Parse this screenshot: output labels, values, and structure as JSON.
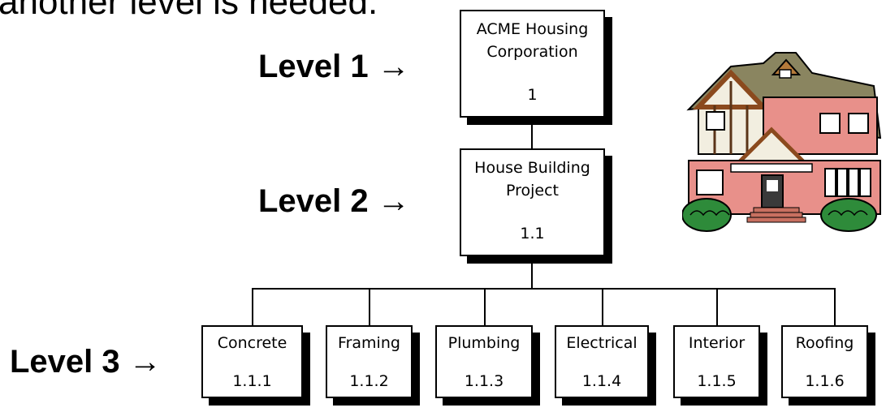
{
  "intro_text": "another level is needed.",
  "levels": [
    {
      "label": "Level 1 →"
    },
    {
      "label": "Level 2 →"
    },
    {
      "label": "Level 3 →"
    }
  ],
  "level1": {
    "name_line1": "ACME Housing",
    "name_line2": "Corporation",
    "number": "1"
  },
  "level2": {
    "name_line1": "House Building",
    "name_line2": "Project",
    "number": "1.1"
  },
  "level3": [
    {
      "name": "Concrete",
      "number": "1.1.1"
    },
    {
      "name": "Framing",
      "number": "1.1.2"
    },
    {
      "name": "Plumbing",
      "number": "1.1.3"
    },
    {
      "name": "Electrical",
      "number": "1.1.4"
    },
    {
      "name": "Interior",
      "number": "1.1.5"
    },
    {
      "name": "Roofing",
      "number": "1.1.6"
    }
  ]
}
